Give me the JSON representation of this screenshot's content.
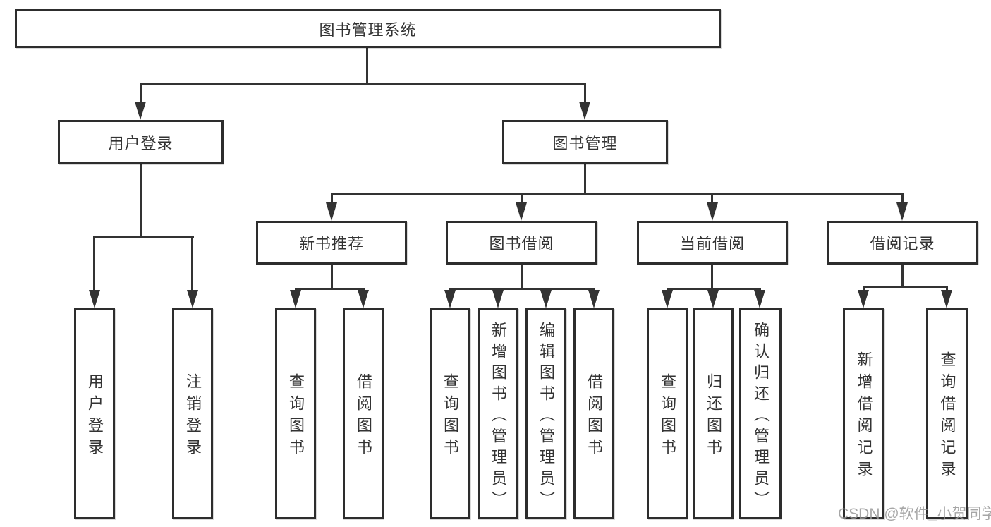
{
  "nodes": {
    "root": "图书管理系统",
    "user_login": "用户登录",
    "book_mgmt": "图书管理",
    "new_book_rec": "新书推荐",
    "book_borrow": "图书借阅",
    "current_borrow": "当前借阅",
    "borrow_records": "借阅记录",
    "leaf_user_login": "用户登录",
    "leaf_logout": "注销登录",
    "nb_query_books": "查询图书",
    "nb_borrow_books": "借阅图书",
    "bb_query_books": "查询图书",
    "bb_add_books": "新增图书（管理员）",
    "bb_edit_books": "编辑图书（管理员）",
    "bb_borrow_books": "借阅图书",
    "cb_query_books": "查询图书",
    "cb_return_books": "归还图书",
    "cb_confirm_return": "确认归还（管理员）",
    "br_add_record": "新增借阅记录",
    "br_query_record": "查询借阅记录"
  },
  "hierarchy": {
    "图书管理系统": {
      "用户登录": [
        "用户登录",
        "注销登录"
      ],
      "图书管理": {
        "新书推荐": [
          "查询图书",
          "借阅图书"
        ],
        "图书借阅": [
          "查询图书",
          "新增图书（管理员）",
          "编辑图书（管理员）",
          "借阅图书"
        ],
        "当前借阅": [
          "查询图书",
          "归还图书",
          "确认归还（管理员）"
        ],
        "借阅记录": [
          "新增借阅记录",
          "查询借阅记录"
        ]
      }
    }
  },
  "watermark": "CSDN @软件_小贺同学",
  "colors": {
    "background": "#ffffff",
    "line": "#333333",
    "box_border": "#2d2d2d",
    "text": "#333333",
    "watermark": "#969696"
  }
}
